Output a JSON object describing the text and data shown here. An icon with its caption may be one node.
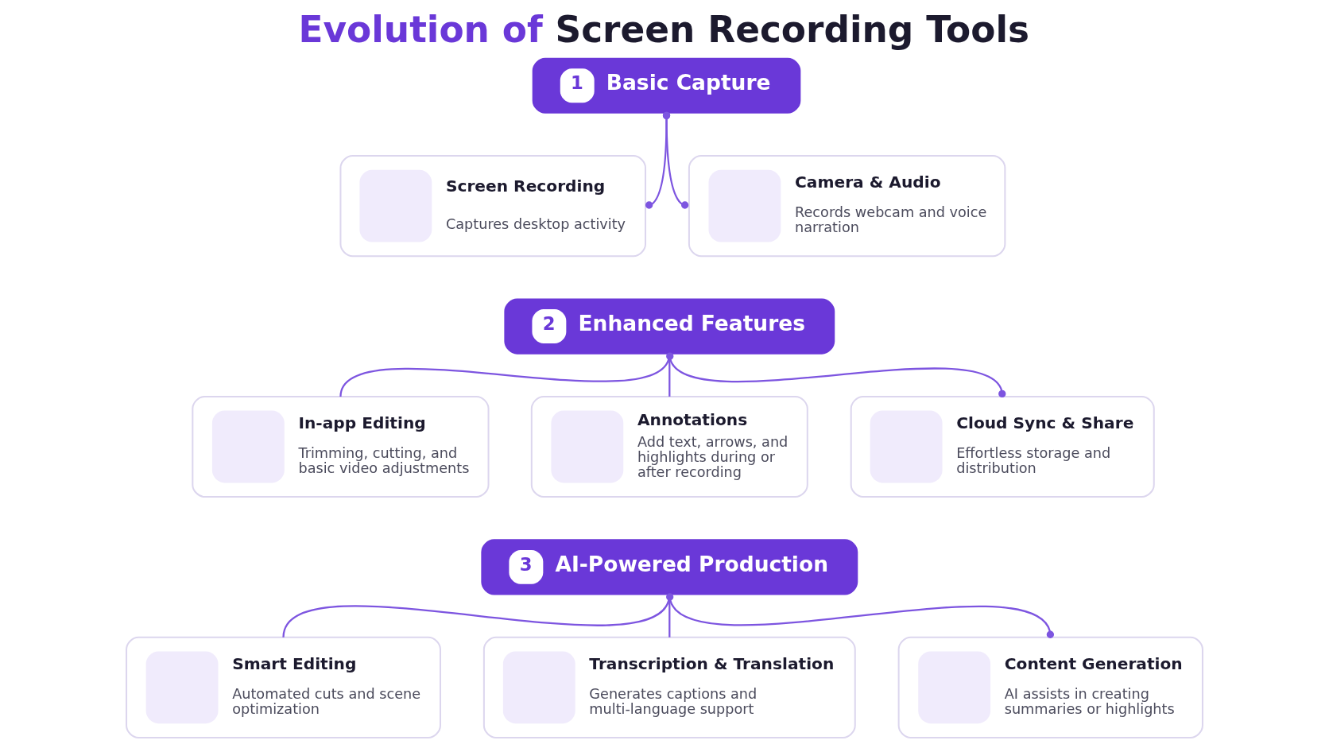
{
  "diagram": {
    "title": "Evolution of Screen Recording Tools",
    "nodes": [
      {
        "text": [
          "1",
          "Basic Capture"
        ]
      },
      {
        "text": [
          "Screen Recording",
          "Captures desktop activity"
        ]
      },
      {
        "text": [
          "Camera & Audio",
          "Records webcam and voice narration"
        ]
      },
      {
        "text": [
          "2",
          "Enhanced Features"
        ]
      },
      {
        "text": [
          "In-app Editing",
          "Trimming, cutting, and basic video adjustments"
        ]
      },
      {
        "text": [
          "Annotations",
          "Add text, arrows, and highlights during or after recording"
        ]
      },
      {
        "text": [
          "Cloud Sync & Share",
          "Effortless storage and distribution"
        ]
      },
      {
        "text": [
          "3",
          "AI-Powered Production"
        ]
      },
      {
        "text": [
          "Smart Editing",
          "Automated cuts and scene optimization"
        ]
      },
      {
        "text": [
          "Transcription & Translation",
          "Generates captions and multi-language support"
        ]
      },
      {
        "text": [
          "Content Generation",
          "AI assists in creating summaries or highlights"
        ]
      }
    ],
    "edges": [
      {
        "from": 0,
        "to": 1,
        "arrow": "other"
      },
      {
        "from": 0,
        "to": 2,
        "arrow": "other"
      },
      {
        "from": 3,
        "to": 4,
        "arrow": "none"
      },
      {
        "from": 3,
        "to": 5,
        "arrow": "none"
      },
      {
        "from": 3,
        "to": 6,
        "arrow": "other"
      },
      {
        "from": 7,
        "to": 8,
        "arrow": "none"
      },
      {
        "from": 7,
        "to": 9,
        "arrow": "none"
      },
      {
        "from": 7,
        "to": 10,
        "arrow": "other"
      }
    ]
  }
}
